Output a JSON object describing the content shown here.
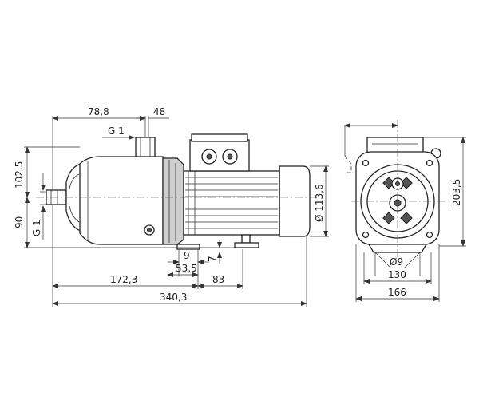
{
  "dimensions": {
    "d_78_8": "78,8",
    "d_48": "48",
    "d_g1_top": "G 1",
    "d_102_5": "102,5",
    "d_90": "90",
    "d_g1_left": "G 1",
    "d_113_6": "Ø 113,6",
    "d_9": "9",
    "d_7": "7",
    "d_53_5": "53,5",
    "d_172_3": "172,3",
    "d_83": "83",
    "d_340_3": "340,3",
    "d_203_5": "203,5",
    "d_phi9": "Ø9",
    "d_130": "130",
    "d_166": "166"
  }
}
